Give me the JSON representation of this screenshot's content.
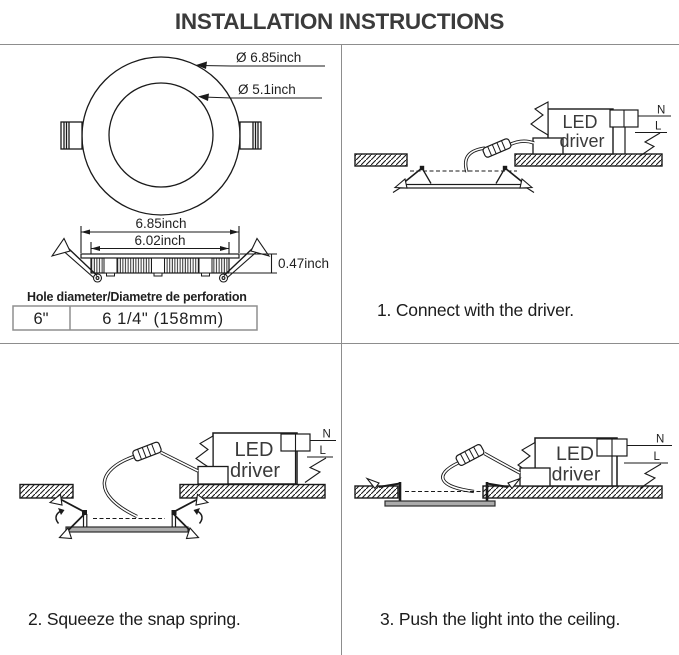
{
  "title": "INSTALLATION INSTRUCTIONS",
  "colors": {
    "line_art": "#1a1a1a",
    "grid_line": "#8d8d8d",
    "flange_fill": "#ababab"
  },
  "dimensions": {
    "outer_diameter": "Ø 6.85inch",
    "inner_diameter": "Ø 5.1inch",
    "flange_width": "6.85inch",
    "body_width": "6.02inch",
    "body_height": "0.47inch",
    "hole_heading": "Hole diameter/Diametre de perforation",
    "hole_size": "6\"",
    "hole_cut": "6 1/4\" (158mm)"
  },
  "driver": {
    "line1": "LED",
    "line2": "driver",
    "neutral": "N",
    "live": "L"
  },
  "steps": [
    {
      "caption": "1. Connect with the driver."
    },
    {
      "caption": "2. Squeeze the snap spring."
    },
    {
      "caption": "3. Push the light into the ceiling."
    }
  ]
}
